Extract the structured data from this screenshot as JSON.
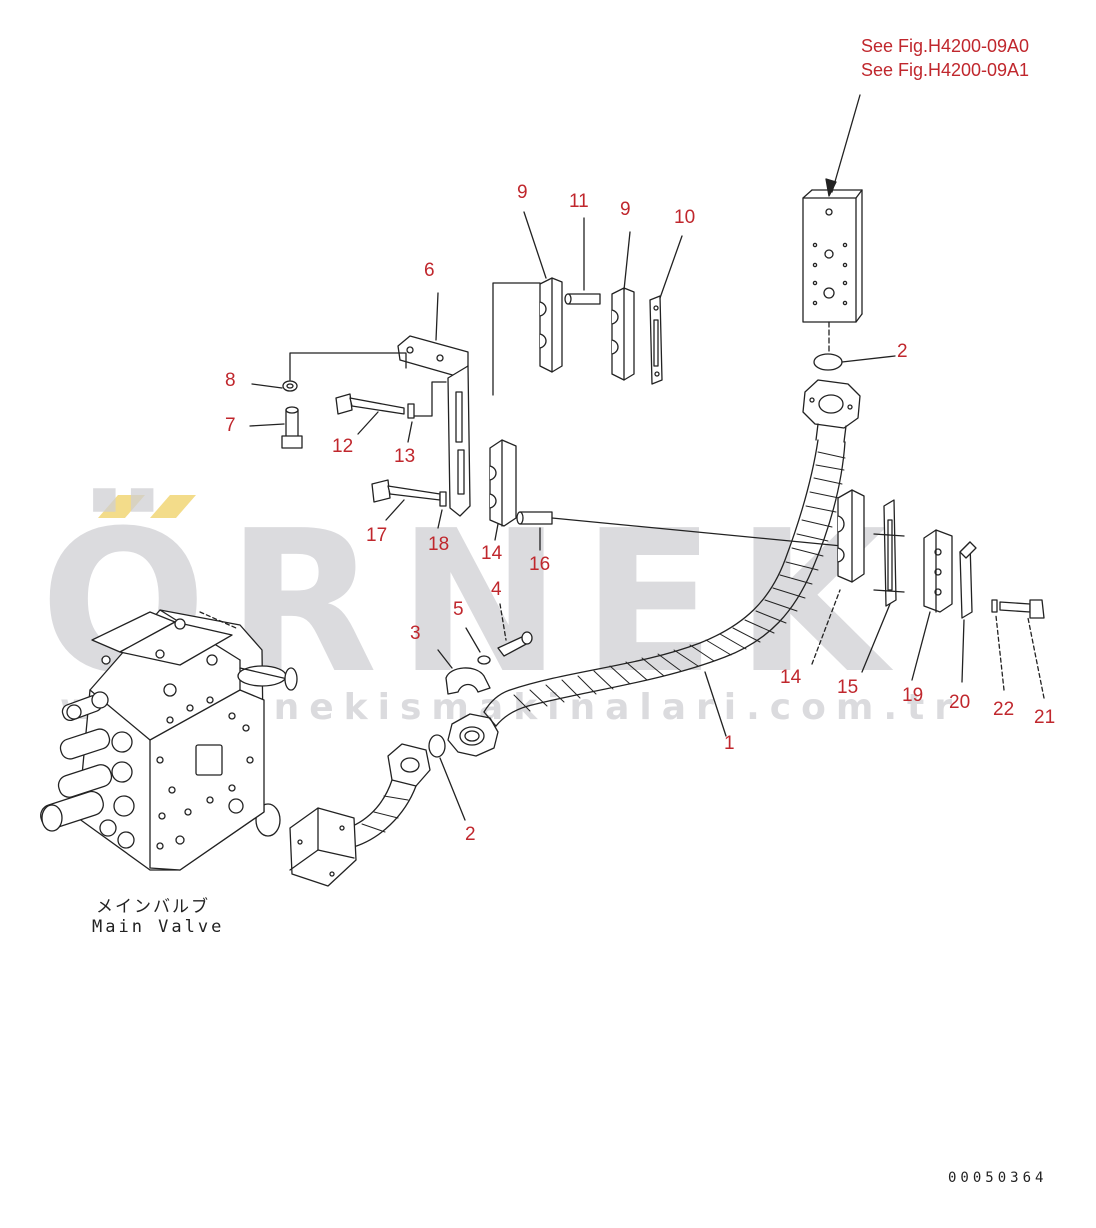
{
  "references": [
    "See Fig.H4200-09A0",
    "See Fig.H4200-09A1"
  ],
  "callouts": {
    "c1": "1",
    "c2a": "2",
    "c2b": "2",
    "c3": "3",
    "c4": "4",
    "c5": "5",
    "c6": "6",
    "c7": "7",
    "c8": "8",
    "c9a": "9",
    "c9b": "9",
    "c10": "10",
    "c11": "11",
    "c12": "12",
    "c13": "13",
    "c14a": "14",
    "c14b": "14",
    "c15": "15",
    "c16": "16",
    "c17": "17",
    "c18": "18",
    "c19": "19",
    "c20": "20",
    "c21": "21",
    "c22": "22"
  },
  "main_valve": {
    "label_jp": "メインバルブ",
    "label_en": "Main Valve"
  },
  "watermark": {
    "big": "ÖRNEK",
    "small": "www.ornekismakinalari.com.tr"
  },
  "drawing_number": "00050364",
  "colors": {
    "callout": "#c0272d",
    "watermark": "#cfcfd3",
    "accent_ticks": "#f3dc8a",
    "line": "#222222"
  }
}
